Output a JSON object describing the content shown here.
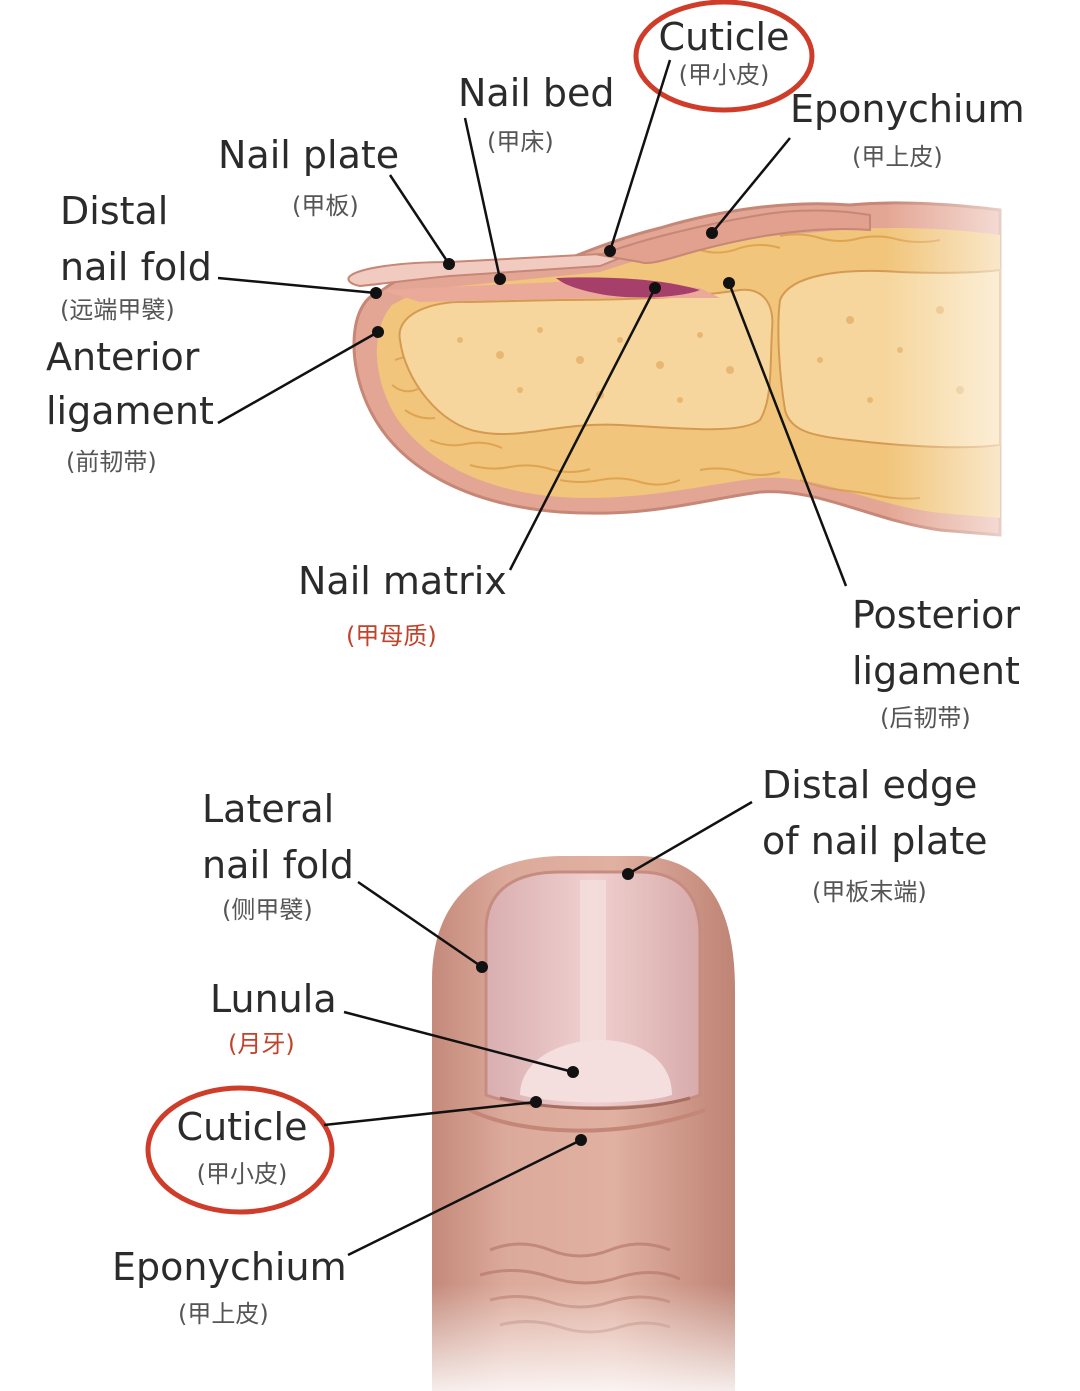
{
  "colors": {
    "skin_outline": "#c78777",
    "skin_fill": "#e5a896",
    "fat": "#f2c77f",
    "fat_dark": "#e0a451",
    "bone": "#f7d9a0",
    "nail": "#f3c9bf",
    "matrix": "#a6406b",
    "finger": "#d9a596",
    "finger_dark": "#c98c7d",
    "nail_plate": "#ecc3c3",
    "lunula": "#f3dcdc",
    "leader": "#111111",
    "highlight": "#cf3d2a",
    "zh_red": "#c0432b"
  },
  "labels": {
    "cuticle_top": {
      "en": "Cuticle",
      "zh": "(甲小皮)"
    },
    "nail_bed": {
      "en": "Nail bed",
      "zh": "(甲床)"
    },
    "eponychium_top": {
      "en": "Eponychium",
      "zh": "(甲上皮)"
    },
    "nail_plate": {
      "en": "Nail plate",
      "zh": "(甲板)"
    },
    "distal_nail_fold": {
      "en1": "Distal",
      "en2": "nail fold",
      "zh": "(远端甲襞)"
    },
    "anterior_ligament": {
      "en1": "Anterior",
      "en2": "ligament",
      "zh": "(前韧带)"
    },
    "nail_matrix": {
      "en": "Nail matrix",
      "zh": "(甲母质)"
    },
    "posterior_ligament": {
      "en1": "Posterior",
      "en2": "ligament",
      "zh": "(后韧带)"
    },
    "lateral_nail_fold": {
      "en1": "Lateral",
      "en2": "nail fold",
      "zh": "(侧甲襞)"
    },
    "distal_edge": {
      "en1": "Distal edge",
      "en2": "of nail plate",
      "zh": "(甲板末端)"
    },
    "lunula": {
      "en": "Lunula",
      "zh": "(月牙)"
    },
    "cuticle_bottom": {
      "en": "Cuticle",
      "zh": "(甲小皮)"
    },
    "eponychium_bottom": {
      "en": "Eponychium",
      "zh": "(甲上皮)"
    }
  }
}
